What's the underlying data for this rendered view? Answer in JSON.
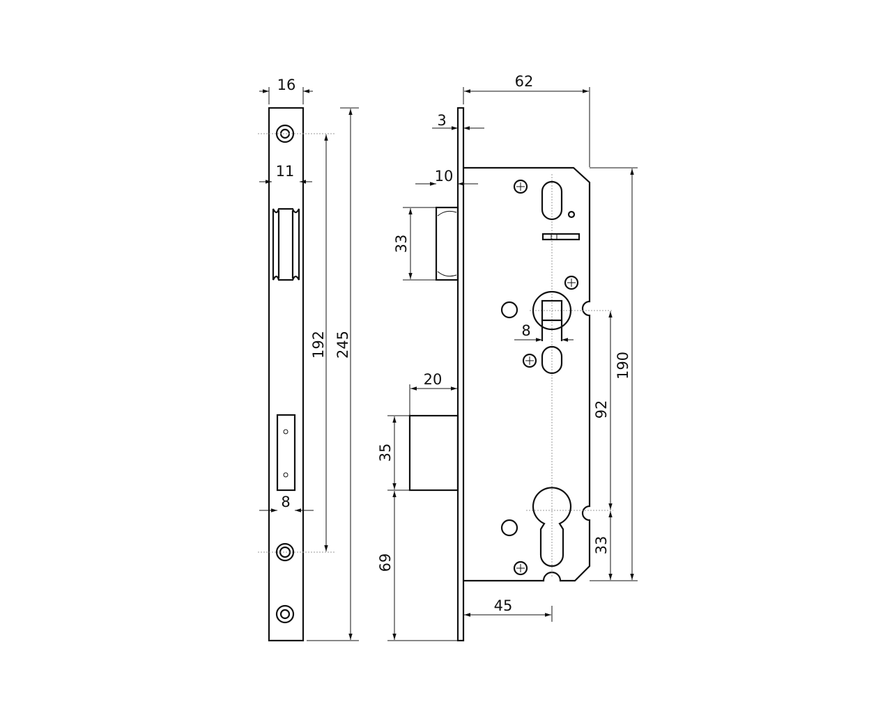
{
  "drawing": {
    "strike_plate": {
      "width": "16",
      "slot_width": "11",
      "latch_hole_width": "8",
      "screw_spacing": "192",
      "length": "245"
    },
    "lock_body": {
      "depth": "62",
      "faceplate_thickness": "3",
      "latch_projection": "10",
      "latch_height": "33",
      "bolt_projection": "20",
      "bolt_height": "35",
      "bolt_to_end": "69",
      "backset": "45",
      "follower_square": "8",
      "center_distance": "92",
      "cylinder_to_bottom": "33",
      "body_height": "190"
    }
  }
}
